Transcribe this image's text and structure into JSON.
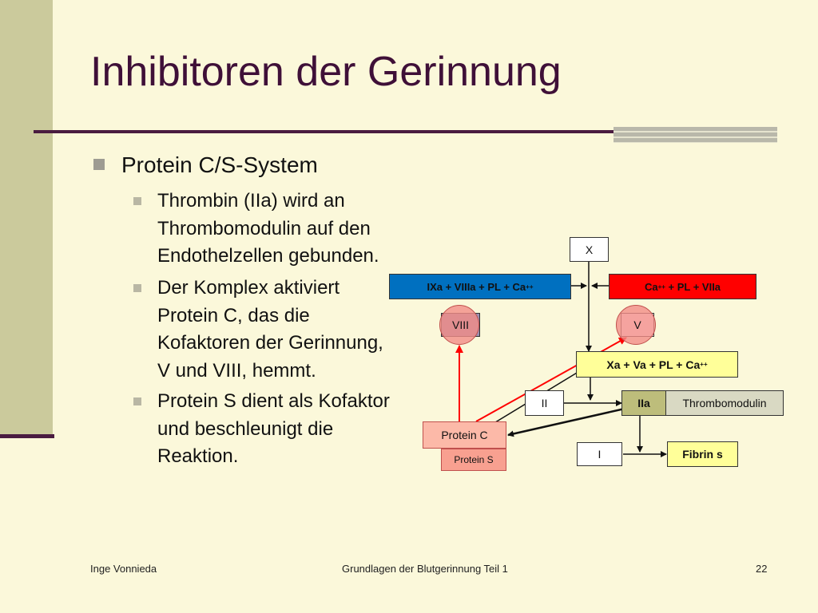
{
  "slide": {
    "title": "Inhibitoren der Gerinnung",
    "bullet_main": "Protein C/S-System",
    "sub_bullets": [
      [
        "Thrombin (IIa) wird an",
        "Thrombomodulin auf den",
        "Endothelzellen gebunden."
      ],
      [
        "Der Komplex aktiviert",
        "Protein C, das die",
        "Kofaktoren der Gerinnung,",
        "V und VIII, hemmt."
      ],
      [
        "Protein S dient als Kofaktor",
        "und beschleunigt die",
        "Reaktion."
      ]
    ]
  },
  "diagram": {
    "x": "X",
    "ixa": "IXa + VIIIa + PL + Ca",
    "ixa_sup": "++",
    "ca_pl": "Ca",
    "ca_pl_sup": "++",
    "ca_pl_rest": " + PL + VIIa",
    "viii": "VIII",
    "v": "V",
    "xa": "Xa + Va + PL + Ca",
    "xa_sup": "++",
    "ii": "II",
    "iia": "IIa",
    "thrombomodulin": "Thrombomodulin",
    "protein_c": "Protein C",
    "protein_s": "Protein S",
    "i": "I",
    "fibrin": "Fibrin s"
  },
  "footer": {
    "author": "Inge Vonnieda",
    "course": "Grundlagen der Blutgerinnung Teil 1",
    "page": "22"
  },
  "colors": {
    "background": "#FBF8DA",
    "title": "#3F1038",
    "ixa_box": "#0070C0",
    "ca_box": "#FF0000",
    "xa_box": "#FFFF99",
    "iia_box": "#BDBD7B",
    "thrombomodulin_box": "#D9D9C3",
    "protein_c_box": "#FCB9A8",
    "protein_s_box": "#F8A090",
    "red_arrow": "#FF0000"
  }
}
